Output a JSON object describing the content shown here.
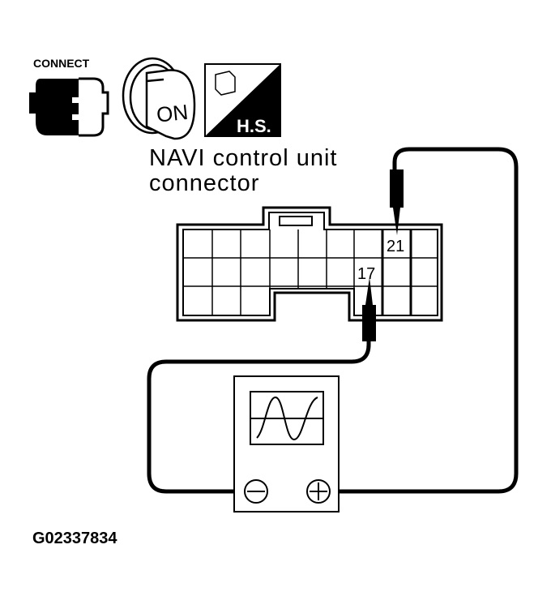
{
  "icons": {
    "connect": {
      "label": "CONNECT",
      "icon": "connector-connect-icon"
    },
    "ignition": {
      "label": "ON",
      "icon": "ignition-key-on-icon"
    },
    "harness": {
      "label": "H.S.",
      "icon": "harness-side-icon"
    }
  },
  "connector": {
    "title_line1": "NAVI control unit",
    "title_line2": "connector",
    "pins": {
      "probe_positive": "21",
      "probe_negative": "17"
    }
  },
  "oscilloscope": {
    "negative_terminal": "−",
    "positive_terminal": "+",
    "waveform": "sine"
  },
  "figure_code": "G02337834",
  "colors": {
    "line": "#000000",
    "background": "#ffffff"
  }
}
